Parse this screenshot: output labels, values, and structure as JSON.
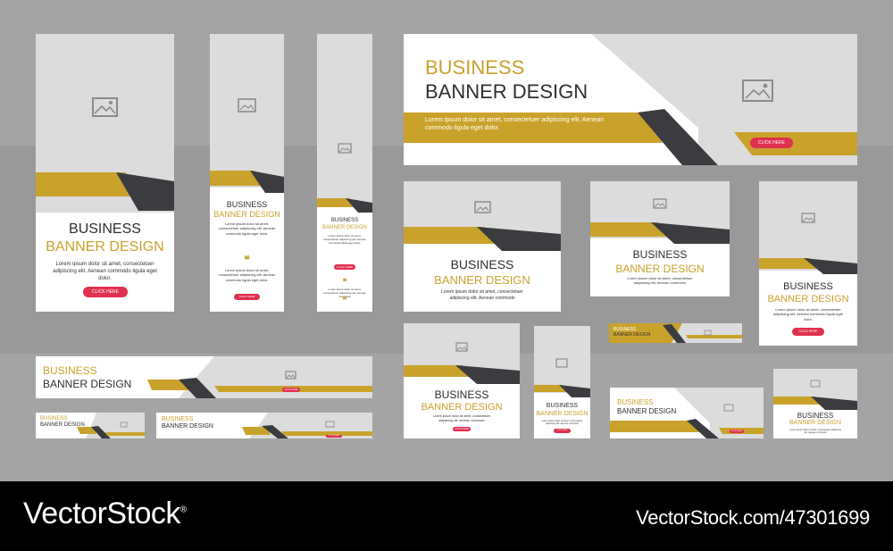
{
  "banner": {
    "title_line1": "BUSINESS",
    "title_line2": "BANNER DESIGN",
    "body": "Lorem ipsum dolor sit amet, consectetuer adipiscing elit. Aenean commodo ligula eget dolor.",
    "body_short": "Lorem ipsum dolor sit amet, consectetuer adipiscing elit. Aenean commodo",
    "button": "CLICK HERE"
  },
  "icons": {
    "image_placeholder": "image-placeholder-icon",
    "quote": "quote-icon"
  },
  "colors": {
    "gold": "#c9a22c",
    "dark": "#2f2f33",
    "button": "#e0304f",
    "placeholder": "#dcdcdc"
  },
  "footer": {
    "brand": "VectorStock",
    "brand_suffix": "®",
    "id": "VectorStock.com/47301699"
  }
}
